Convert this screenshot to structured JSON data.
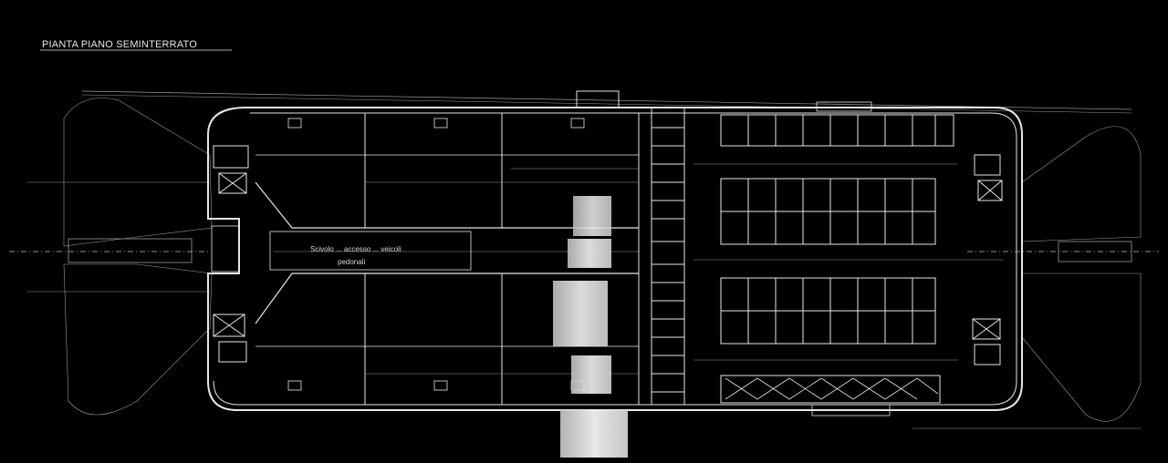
{
  "title": "PIANTA PIANO SEMINTERRATO",
  "annotation_line1": "Scivolo ... accesso ... veicoli",
  "annotation_line2": "pedonali",
  "colors": {
    "background": "#000000",
    "line": "#e6e6e6",
    "hatch": "#8c8c8c",
    "blur_patch": "#d9d9d9"
  }
}
